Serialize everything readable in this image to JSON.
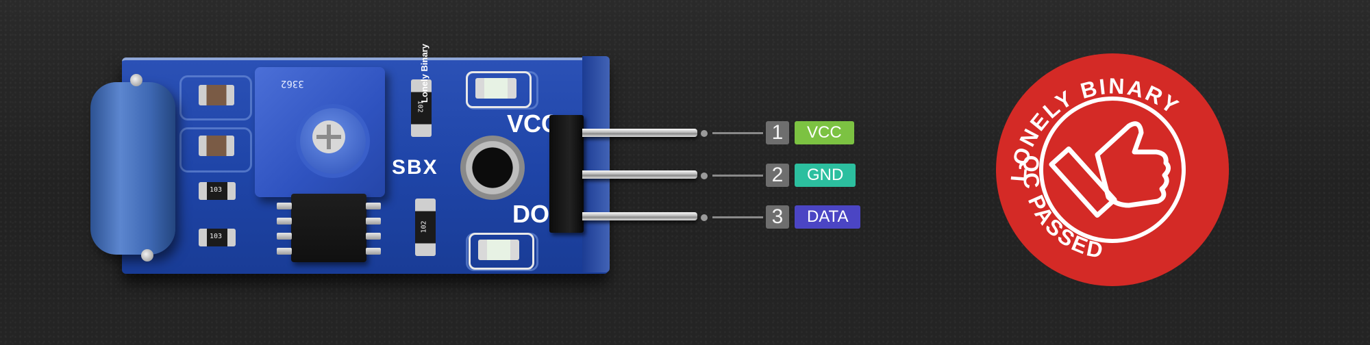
{
  "board": {
    "silk_vcc": "VCC",
    "silk_do": "DO",
    "silk_sbx": "SBX",
    "silk_brand": "Lonely Binary",
    "pot_marking": "3362",
    "res_top": "102",
    "res_bottom": "102",
    "smd_a": "103",
    "smd_b": "103"
  },
  "pins": [
    {
      "number": "1",
      "label": "VCC",
      "color": "#7cc242"
    },
    {
      "number": "2",
      "label": "GND",
      "color": "#2cbf9f"
    },
    {
      "number": "3",
      "label": "DATA",
      "color": "#4b45c4"
    }
  ],
  "stamp": {
    "top_text": "LONELY BINARY",
    "bottom_text": "QC PASSED-",
    "icon": "thumbs-up-icon",
    "color": "#d42a26"
  }
}
